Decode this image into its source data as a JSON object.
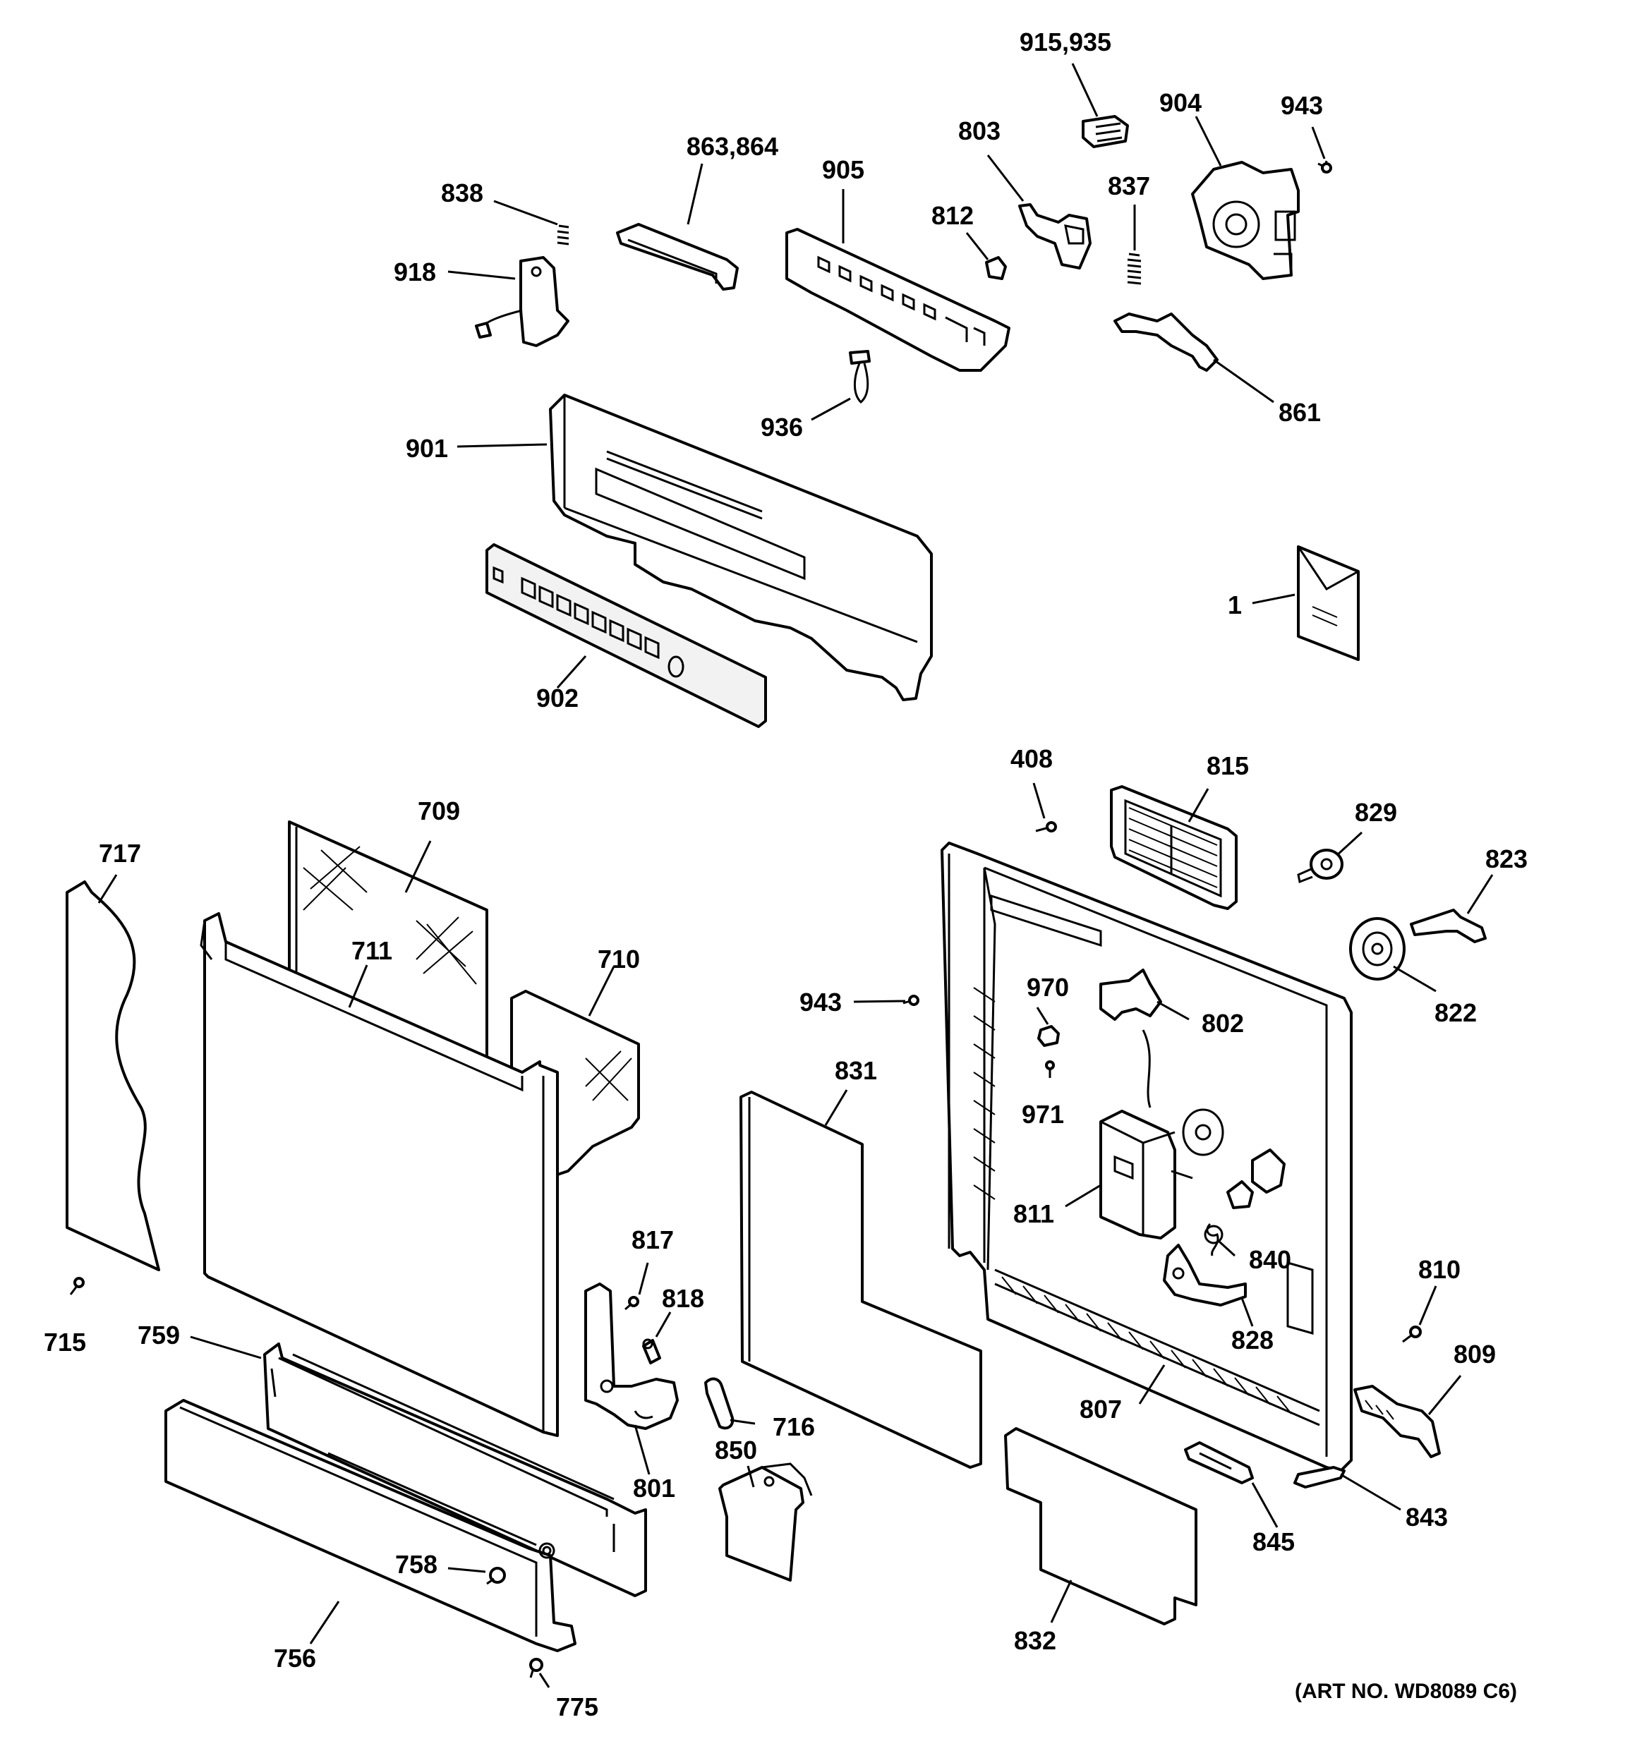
{
  "labels": {
    "p915_935": "915,935",
    "p904": "904",
    "p943a": "943",
    "p803": "803",
    "p863_864": "863,864",
    "p905": "905",
    "p837": "837",
    "p838": "838",
    "p812": "812",
    "p918": "918",
    "p861": "861",
    "p936": "936",
    "p901": "901",
    "p1": "1",
    "p902": "902",
    "p408": "408",
    "p815": "815",
    "p829": "829",
    "p823": "823",
    "p709": "709",
    "p717": "717",
    "p711": "711",
    "p710": "710",
    "p943b": "943",
    "p970": "970",
    "p802": "802",
    "p822": "822",
    "p831": "831",
    "p971": "971",
    "p811": "811",
    "p817": "817",
    "p840": "840",
    "p810": "810",
    "p818": "818",
    "p715": "715",
    "p759": "759",
    "p828": "828",
    "p809": "809",
    "p716": "716",
    "p807": "807",
    "p850": "850",
    "p801": "801",
    "p843": "843",
    "p845": "845",
    "p758": "758",
    "p756": "756",
    "p832": "832",
    "p775": "775"
  },
  "art_number": "(ART NO. WD8089 C6)",
  "colors": {
    "line": "#000000",
    "background": "#ffffff"
  }
}
